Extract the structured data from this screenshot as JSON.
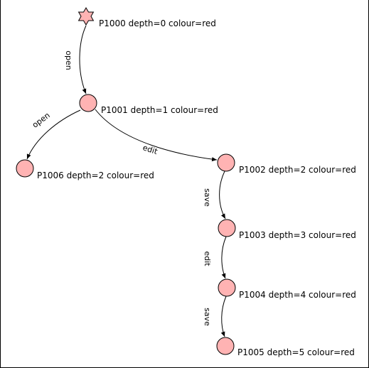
{
  "graph": {
    "nodes": [
      {
        "id": "P1000",
        "label": "P1000 depth=0 colour=red",
        "shape": "star",
        "color": "#ffb3b3"
      },
      {
        "id": "P1001",
        "label": "P1001 depth=1 colour=red",
        "shape": "circle",
        "color": "#ffb3b3"
      },
      {
        "id": "P1006",
        "label": "P1006 depth=2 colour=red",
        "shape": "circle",
        "color": "#ffb3b3"
      },
      {
        "id": "P1002",
        "label": "P1002 depth=2 colour=red",
        "shape": "circle",
        "color": "#ffb3b3"
      },
      {
        "id": "P1003",
        "label": "P1003 depth=3 colour=red",
        "shape": "circle",
        "color": "#ffb3b3"
      },
      {
        "id": "P1004",
        "label": "P1004 depth=4 colour=red",
        "shape": "circle",
        "color": "#ffb3b3"
      },
      {
        "id": "P1005",
        "label": "P1005 depth=5 colour=red",
        "shape": "circle",
        "color": "#ffb3b3"
      }
    ],
    "edges": [
      {
        "from": "P1000",
        "to": "P1001",
        "label": "open"
      },
      {
        "from": "P1001",
        "to": "P1006",
        "label": "open"
      },
      {
        "from": "P1001",
        "to": "P1002",
        "label": "edit"
      },
      {
        "from": "P1002",
        "to": "P1003",
        "label": "save"
      },
      {
        "from": "P1003",
        "to": "P1004",
        "label": "edit"
      },
      {
        "from": "P1004",
        "to": "P1005",
        "label": "save"
      }
    ]
  }
}
